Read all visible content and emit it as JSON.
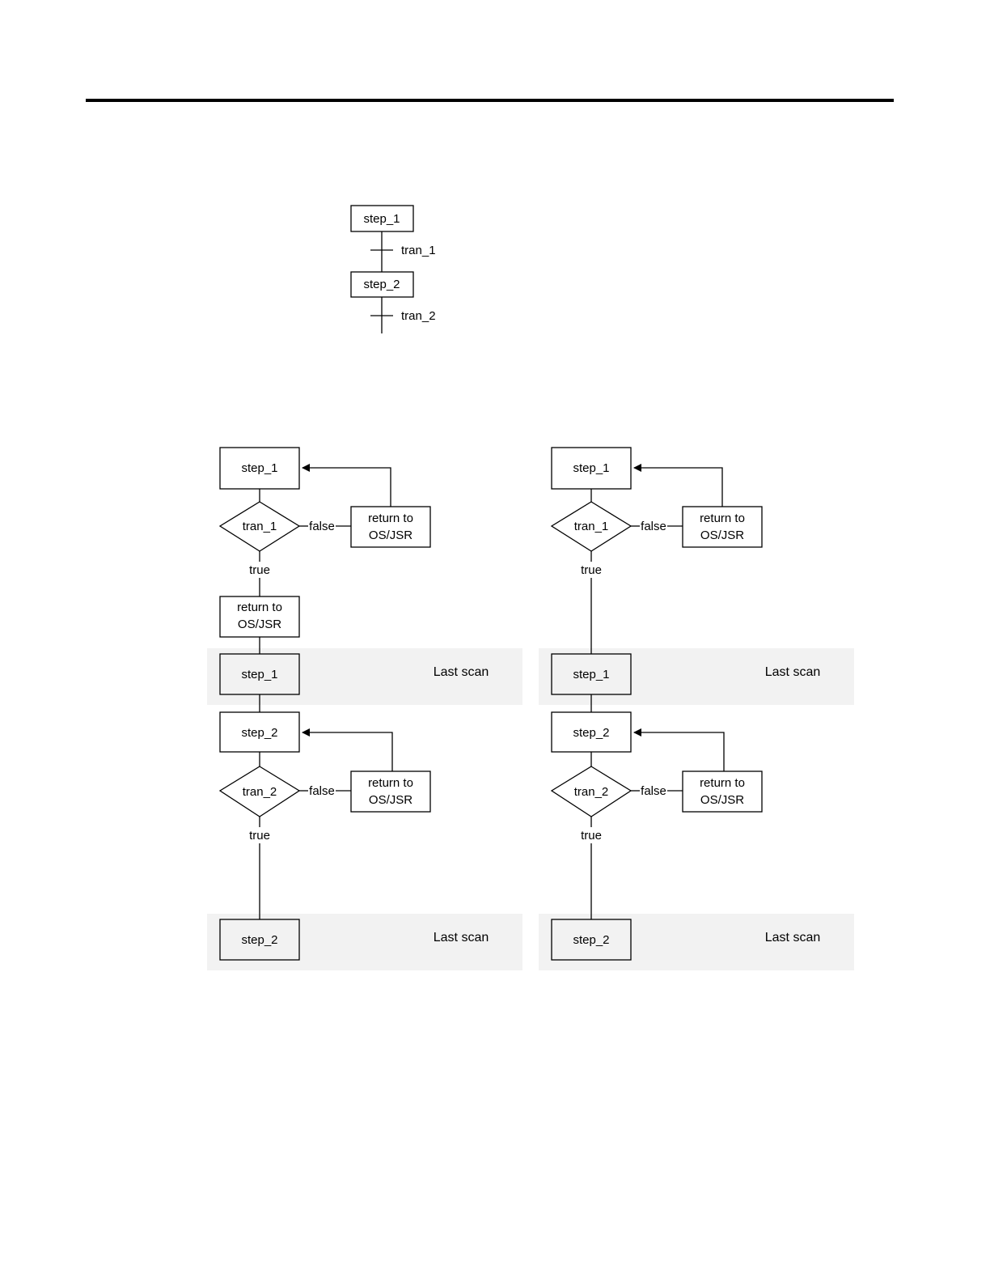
{
  "sfc": {
    "steps": [
      {
        "label": "step_1"
      },
      {
        "label": "step_2"
      }
    ],
    "transitions": [
      {
        "label": "tran_1"
      },
      {
        "label": "tran_2"
      }
    ]
  },
  "flowcharts": [
    {
      "step1_label": "step_1",
      "tran1_label": "tran_1",
      "false1_label": "false",
      "return1_line1": "return to",
      "return1_line2": "OS/JSR",
      "true1_label": "true",
      "mid_return_line1": "return to",
      "mid_return_line2": "OS/JSR",
      "last_step1_label": "step_1",
      "last_scan1_label": "Last scan",
      "step2_label": "step_2",
      "tran2_label": "tran_2",
      "false2_label": "false",
      "return2_line1": "return to",
      "return2_line2": "OS/JSR",
      "true2_label": "true",
      "last_step2_label": "step_2",
      "last_scan2_label": "Last scan"
    },
    {
      "step1_label": "step_1",
      "tran1_label": "tran_1",
      "false1_label": "false",
      "return1_line1": "return to",
      "return1_line2": "OS/JSR",
      "true1_label": "true",
      "last_step1_label": "step_1",
      "last_scan1_label": "Last scan",
      "step2_label": "step_2",
      "tran2_label": "tran_2",
      "false2_label": "false",
      "return2_line1": "return to",
      "return2_line2": "OS/JSR",
      "true2_label": "true",
      "last_step2_label": "step_2",
      "last_scan2_label": "Last scan"
    }
  ]
}
